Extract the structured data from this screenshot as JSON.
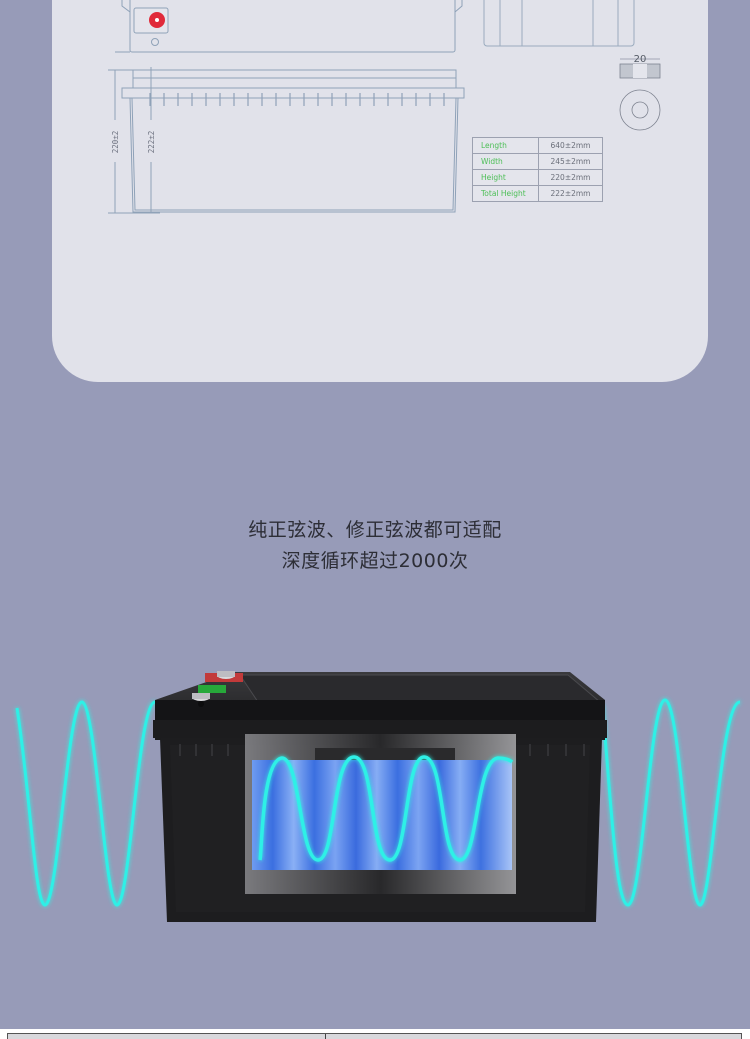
{
  "spec_drawing": {
    "dimension_labels": {
      "height_outer": "220±2",
      "height_total": "222±2",
      "terminal_width": "20"
    },
    "spec_table": {
      "rows": [
        {
          "label": "Length",
          "value": "640±2mm"
        },
        {
          "label": "Width",
          "value": "245±2mm"
        },
        {
          "label": "Height",
          "value": "220±2mm"
        },
        {
          "label": "Total Height",
          "value": "222±2mm"
        }
      ]
    },
    "colors": {
      "card_bg": "#e1e2ea",
      "line": "#8fa2b8",
      "terminal_positive": "#e02a3a",
      "table_label": "#4dbf57"
    }
  },
  "feature": {
    "line1": "纯正弦波、修正弦波都可适配",
    "line2": "深度循环超过2000次"
  },
  "hero": {
    "wave_color": "#2ff0e6",
    "battery_color": "#1c1c1e",
    "cells_color": "#4a7be0"
  },
  "page": {
    "background": "#979bb8"
  }
}
